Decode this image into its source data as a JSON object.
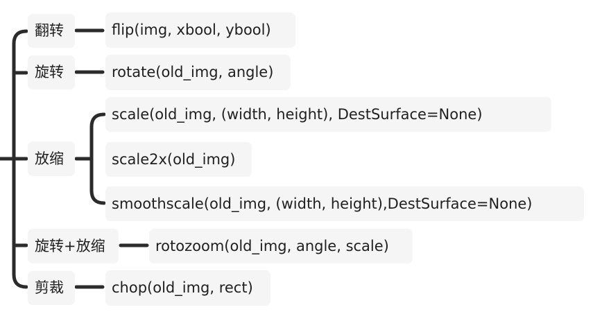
{
  "mindmap": {
    "branches": [
      {
        "id": "flip",
        "label": "翻转",
        "leaves": [
          "flip(img, xbool, ybool)"
        ]
      },
      {
        "id": "rotate",
        "label": "旋转",
        "leaves": [
          "rotate(old_img, angle)"
        ]
      },
      {
        "id": "scale",
        "label": "放缩",
        "leaves": [
          "scale(old_img, (width, height), DestSurface=None)",
          "scale2x(old_img)",
          "smoothscale(old_img, (width, height),DestSurface=None)"
        ]
      },
      {
        "id": "rotozoom",
        "label": "旋转+放缩",
        "leaves": [
          "rotozoom(old_img, angle, scale)"
        ]
      },
      {
        "id": "chop",
        "label": "剪裁",
        "leaves": [
          "chop(old_img, rect)"
        ]
      }
    ]
  },
  "style": {
    "line_color": "#2b2b2b",
    "node_background": "#f5f5f5",
    "text_color": "#1f1f1f"
  }
}
